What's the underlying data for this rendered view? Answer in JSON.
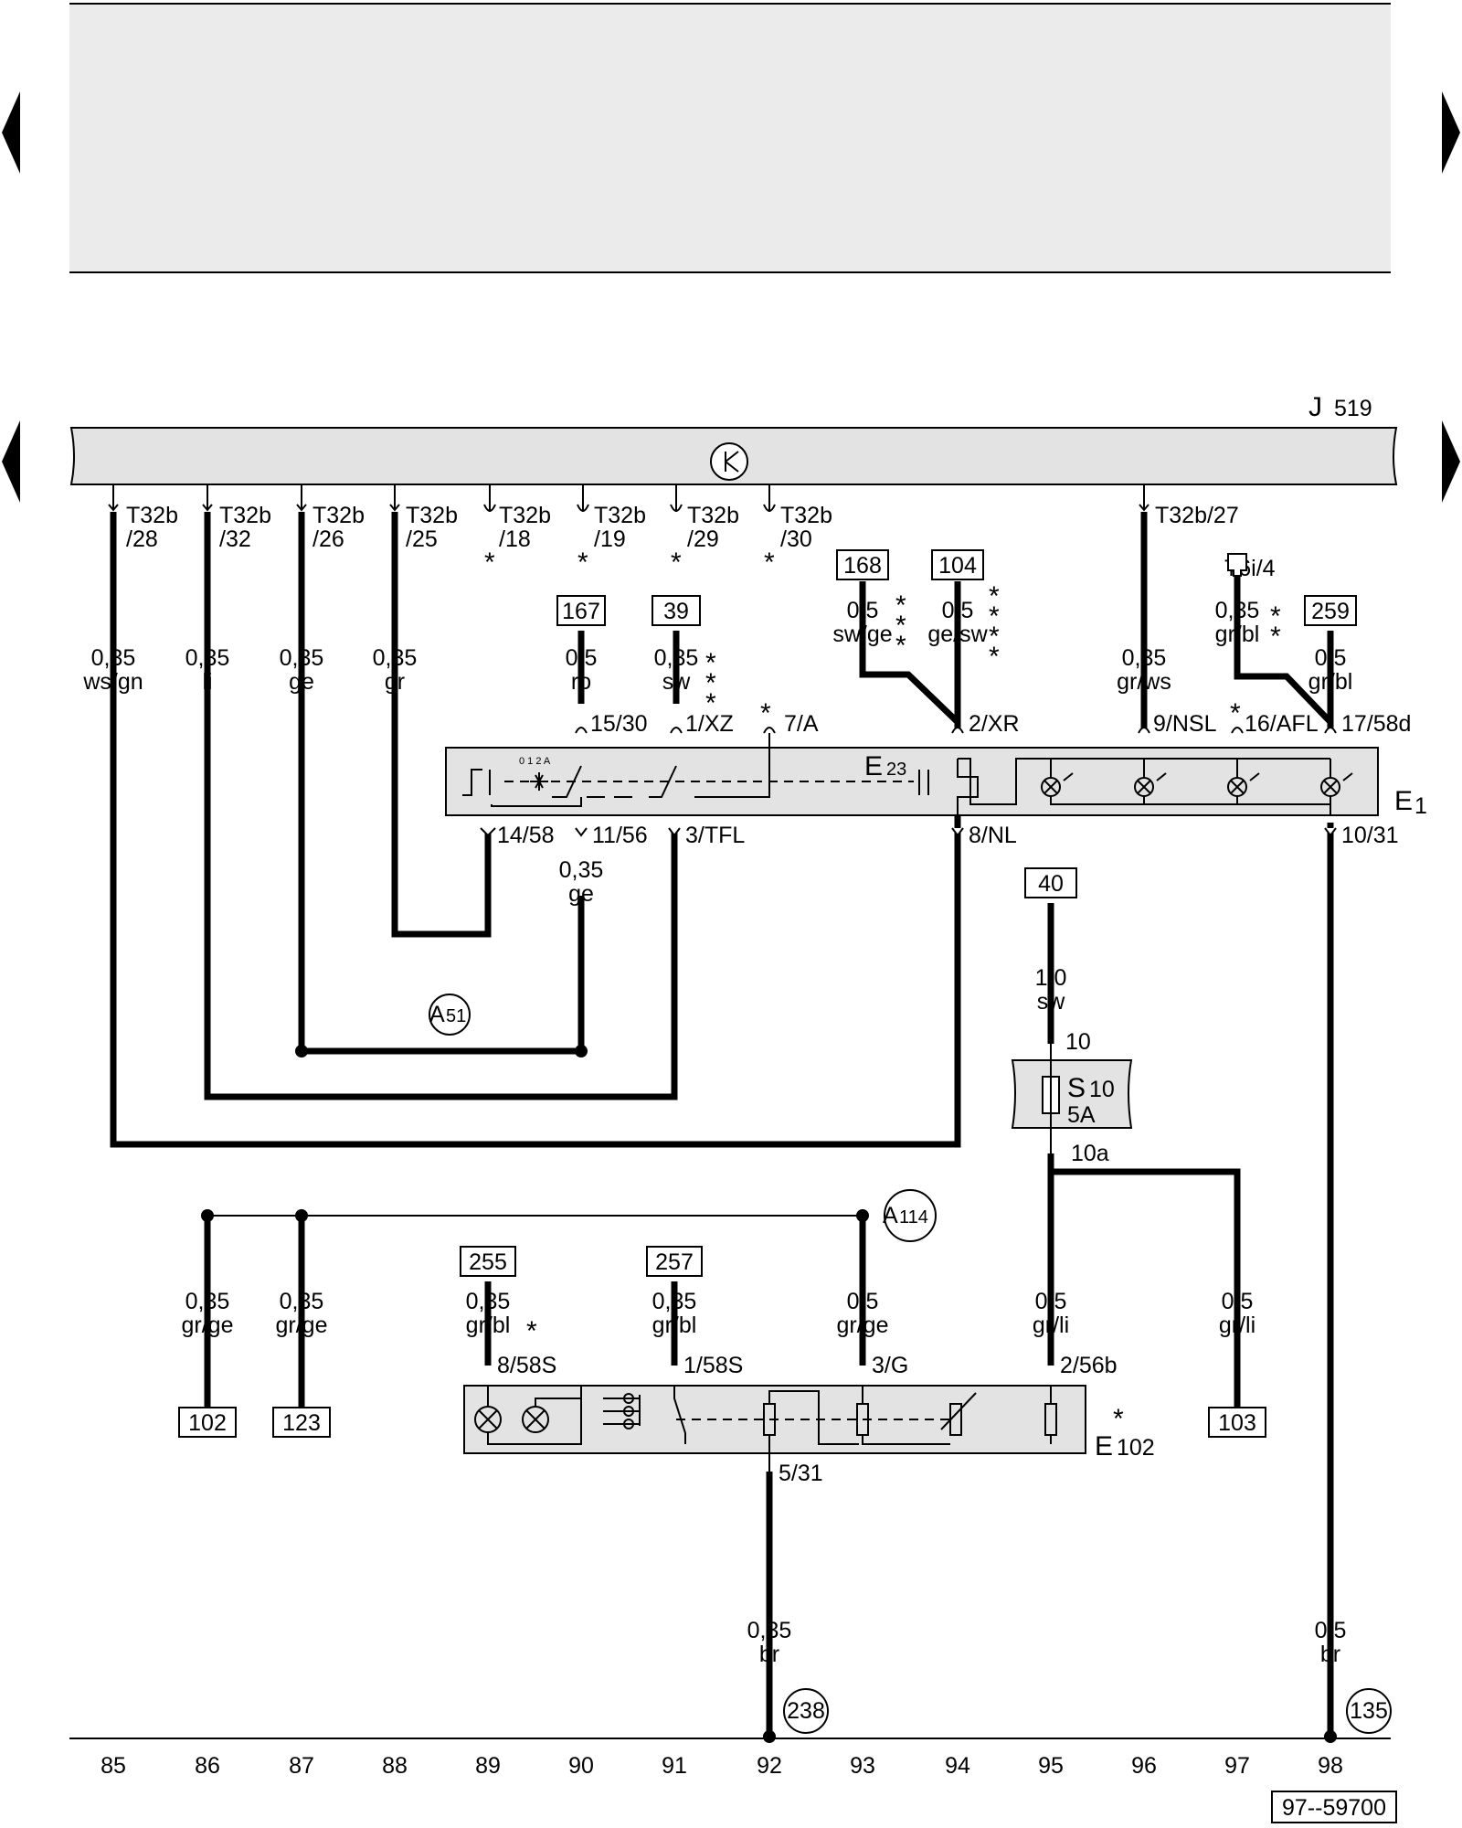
{
  "nav": {
    "prev_arrow": "previous-page",
    "next_arrow": "next-page"
  },
  "control_unit": {
    "id": "J",
    "sub": "519"
  },
  "connector_pins": [
    {
      "code": "T32b",
      "pin": "/28"
    },
    {
      "code": "T32b",
      "pin": "/32"
    },
    {
      "code": "T32b",
      "pin": "/26"
    },
    {
      "code": "T32b",
      "pin": "/25"
    },
    {
      "code": "T32b",
      "pin": "/18"
    },
    {
      "code": "T32b",
      "pin": "/19"
    },
    {
      "code": "T32b",
      "pin": "/29"
    },
    {
      "code": "T32b",
      "pin": "/30"
    },
    {
      "code": "T32b/27",
      "pin": ""
    }
  ],
  "connector_t6i": "T6i/4",
  "ref_boxes": [
    "167",
    "39",
    "168",
    "104",
    "259",
    "40",
    "255",
    "257",
    "102",
    "123",
    "103"
  ],
  "wires": [
    {
      "size": "0,35",
      "color": "ws/gn"
    },
    {
      "size": "0,35",
      "color": "li"
    },
    {
      "size": "0,35",
      "color": "ge"
    },
    {
      "size": "0,35",
      "color": "gr"
    },
    {
      "size": "0,5",
      "color": "ro"
    },
    {
      "size": "0,35",
      "color": "sw"
    },
    {
      "size": "0,5",
      "color": "sw/ge"
    },
    {
      "size": "0,5",
      "color": "ge/sw"
    },
    {
      "size": "0,35",
      "color": "gr/ws"
    },
    {
      "size": "0,35",
      "color": "gr/bl"
    },
    {
      "size": "0,5",
      "color": "gr/bl"
    },
    {
      "size": "0,35",
      "color": "ge"
    },
    {
      "size": "1,0",
      "color": "sw"
    },
    {
      "size": "0,35",
      "color": "gr/ge"
    },
    {
      "size": "0,35",
      "color": "gr/ge"
    },
    {
      "size": "0,35",
      "color": "gr/bl"
    },
    {
      "size": "0,35",
      "color": "gr/bl"
    },
    {
      "size": "0,5",
      "color": "gr/ge"
    },
    {
      "size": "0,5",
      "color": "gr/li"
    },
    {
      "size": "0,5",
      "color": "gr/li"
    },
    {
      "size": "0,35",
      "color": "br"
    },
    {
      "size": "0,5",
      "color": "br"
    }
  ],
  "e1_pins_top": [
    "15/30",
    "1/XZ",
    "7/A",
    "2/XR",
    "9/NSL",
    "16/AFL",
    "17/58d"
  ],
  "e1_pins_bottom": [
    "14/58",
    "11/56",
    "3/TFL",
    "8/NL",
    "10/31"
  ],
  "e1_label": {
    "id": "E",
    "sub": "1"
  },
  "e23_label": {
    "id": "E",
    "sub": "23"
  },
  "switch_positions": "0 1 2 A",
  "e102_pins_top": [
    "8/58S",
    "1/58S",
    "3/G",
    "2/56b"
  ],
  "e102_pins_bottom": [
    "5/31"
  ],
  "e102_label": {
    "id": "E",
    "sub": "102"
  },
  "fuse": {
    "id": "S",
    "sub": "10",
    "rating": "5A",
    "pin_in": "10",
    "pin_out": "10a"
  },
  "nodes": [
    {
      "id": "A",
      "sub": "51"
    },
    {
      "id": "A",
      "sub": "114"
    }
  ],
  "grounds": [
    "238",
    "135"
  ],
  "star": "*",
  "tracks": [
    "85",
    "86",
    "87",
    "88",
    "89",
    "90",
    "91",
    "92",
    "93",
    "94",
    "95",
    "96",
    "97",
    "98"
  ],
  "figure_code": "97--59700",
  "colors": {
    "panel": "#ebebeb",
    "component": "#e3e3e3",
    "line": "#000000"
  }
}
